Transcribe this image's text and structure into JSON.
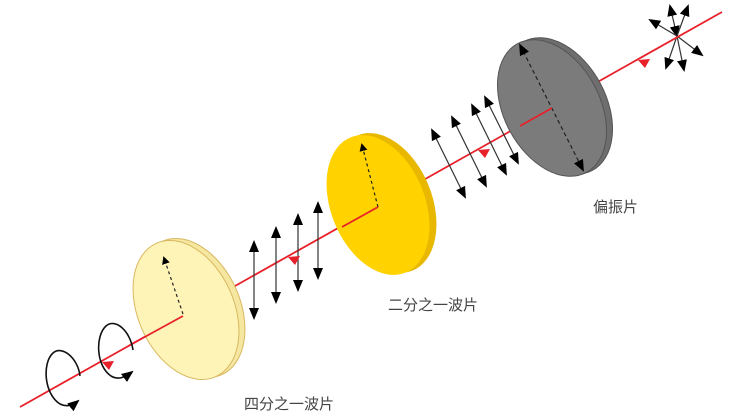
{
  "labels": {
    "polarizer": "偏振片",
    "half_wave_plate": "二分之一波片",
    "quarter_wave_plate": "四分之一波片"
  },
  "colors": {
    "beam": "#E8202A",
    "polarizer": "#7A7A7A",
    "half_wave_plate": "#FFD200",
    "quarter_wave_plate": "#FFF4B8"
  }
}
